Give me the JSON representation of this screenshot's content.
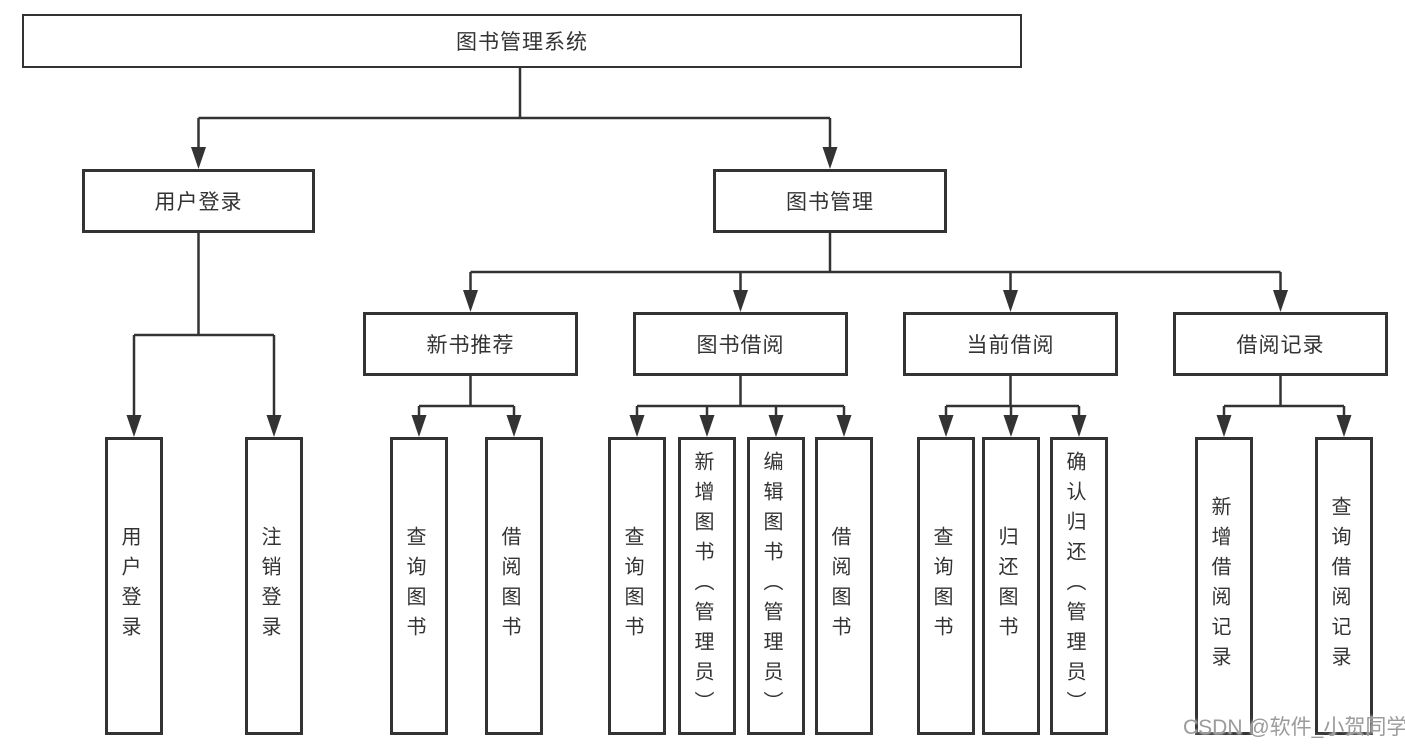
{
  "title": "图书管理系统",
  "tree": {
    "label": "图书管理系统",
    "children": [
      {
        "label": "用户登录",
        "children": [
          {
            "label": "用户登录"
          },
          {
            "label": "注销登录"
          }
        ]
      },
      {
        "label": "图书管理",
        "children": [
          {
            "label": "新书推荐",
            "children": [
              {
                "label": "查询图书"
              },
              {
                "label": "借阅图书"
              }
            ]
          },
          {
            "label": "图书借阅",
            "children": [
              {
                "label": "查询图书"
              },
              {
                "label": "新增图书（管理员）"
              },
              {
                "label": "编辑图书（管理员）"
              },
              {
                "label": "借阅图书"
              }
            ]
          },
          {
            "label": "当前借阅",
            "children": [
              {
                "label": "查询图书"
              },
              {
                "label": "归还图书"
              },
              {
                "label": "确认归还（管理员）"
              }
            ]
          },
          {
            "label": "借阅记录",
            "children": [
              {
                "label": "新增借阅记录"
              },
              {
                "label": "查询借阅记录"
              }
            ]
          }
        ]
      }
    ]
  },
  "watermark": {
    "text": "CSDN @软件_小贺同学"
  },
  "colors": {
    "line": "#333333",
    "box_border": "#333333",
    "text": "#333333",
    "watermark": "#9b9b9b",
    "background": "#ffffff"
  }
}
